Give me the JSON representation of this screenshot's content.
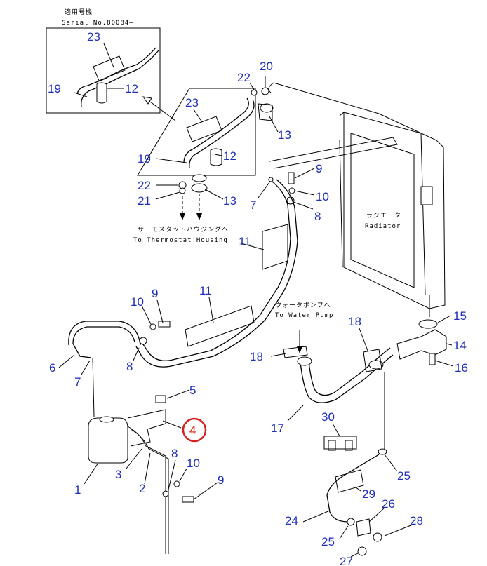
{
  "inset": {
    "title_jp": "適用号機",
    "serial": "Serial No.80084—"
  },
  "labels": {
    "thermostat_jp": "サーモスタットハウジングへ",
    "thermostat_en": "To Thermostat Housing",
    "radiator_jp": "ラジエータ",
    "radiator_en": "Radiator",
    "water_pump_jp": "ウォータポンプへ",
    "water_pump_en": "To Water Pump"
  },
  "callouts": [
    {
      "id": "inset-23",
      "text": "23",
      "highlight": false
    },
    {
      "id": "inset-19",
      "text": "19",
      "highlight": false
    },
    {
      "id": "inset-12",
      "text": "12",
      "highlight": false
    },
    {
      "id": "c-22a",
      "text": "22",
      "highlight": false
    },
    {
      "id": "c-20",
      "text": "20",
      "highlight": false
    },
    {
      "id": "c-13a",
      "text": "13",
      "highlight": false
    },
    {
      "id": "c-23",
      "text": "23",
      "highlight": false
    },
    {
      "id": "c-19",
      "text": "19",
      "highlight": false
    },
    {
      "id": "c-12",
      "text": "12",
      "highlight": false
    },
    {
      "id": "c-22b",
      "text": "22",
      "highlight": false
    },
    {
      "id": "c-21",
      "text": "21",
      "highlight": false
    },
    {
      "id": "c-13b",
      "text": "13",
      "highlight": false
    },
    {
      "id": "c-9a",
      "text": "9",
      "highlight": false
    },
    {
      "id": "c-10a",
      "text": "10",
      "highlight": false
    },
    {
      "id": "c-7a",
      "text": "7",
      "highlight": false
    },
    {
      "id": "c-8a",
      "text": "8",
      "highlight": false
    },
    {
      "id": "c-11a",
      "text": "11",
      "highlight": false
    },
    {
      "id": "c-9b",
      "text": "9",
      "highlight": false
    },
    {
      "id": "c-10b",
      "text": "10",
      "highlight": false
    },
    {
      "id": "c-11b",
      "text": "11",
      "highlight": false
    },
    {
      "id": "c-15",
      "text": "15",
      "highlight": false
    },
    {
      "id": "c-14",
      "text": "14",
      "highlight": false
    },
    {
      "id": "c-16",
      "text": "16",
      "highlight": false
    },
    {
      "id": "c-18a",
      "text": "18",
      "highlight": false
    },
    {
      "id": "c-18b",
      "text": "18",
      "highlight": false
    },
    {
      "id": "c-6",
      "text": "6",
      "highlight": false
    },
    {
      "id": "c-8b",
      "text": "8",
      "highlight": false
    },
    {
      "id": "c-7b",
      "text": "7",
      "highlight": false
    },
    {
      "id": "c-5",
      "text": "5",
      "highlight": false
    },
    {
      "id": "c-4",
      "text": "4",
      "highlight": true
    },
    {
      "id": "c-17",
      "text": "17",
      "highlight": false
    },
    {
      "id": "c-30",
      "text": "30",
      "highlight": false
    },
    {
      "id": "c-25a",
      "text": "25",
      "highlight": false
    },
    {
      "id": "c-8c",
      "text": "8",
      "highlight": false
    },
    {
      "id": "c-10c",
      "text": "10",
      "highlight": false
    },
    {
      "id": "c-9c",
      "text": "9",
      "highlight": false
    },
    {
      "id": "c-3",
      "text": "3",
      "highlight": false
    },
    {
      "id": "c-2",
      "text": "2",
      "highlight": false
    },
    {
      "id": "c-1",
      "text": "1",
      "highlight": false
    },
    {
      "id": "c-29",
      "text": "29",
      "highlight": false
    },
    {
      "id": "c-26",
      "text": "26",
      "highlight": false
    },
    {
      "id": "c-24",
      "text": "24",
      "highlight": false
    },
    {
      "id": "c-28",
      "text": "28",
      "highlight": false
    },
    {
      "id": "c-25b",
      "text": "25",
      "highlight": false
    },
    {
      "id": "c-27",
      "text": "27",
      "highlight": false
    }
  ],
  "colors": {
    "callout": "#1f2fb8",
    "highlight": "#d62020",
    "line": "#000000"
  }
}
